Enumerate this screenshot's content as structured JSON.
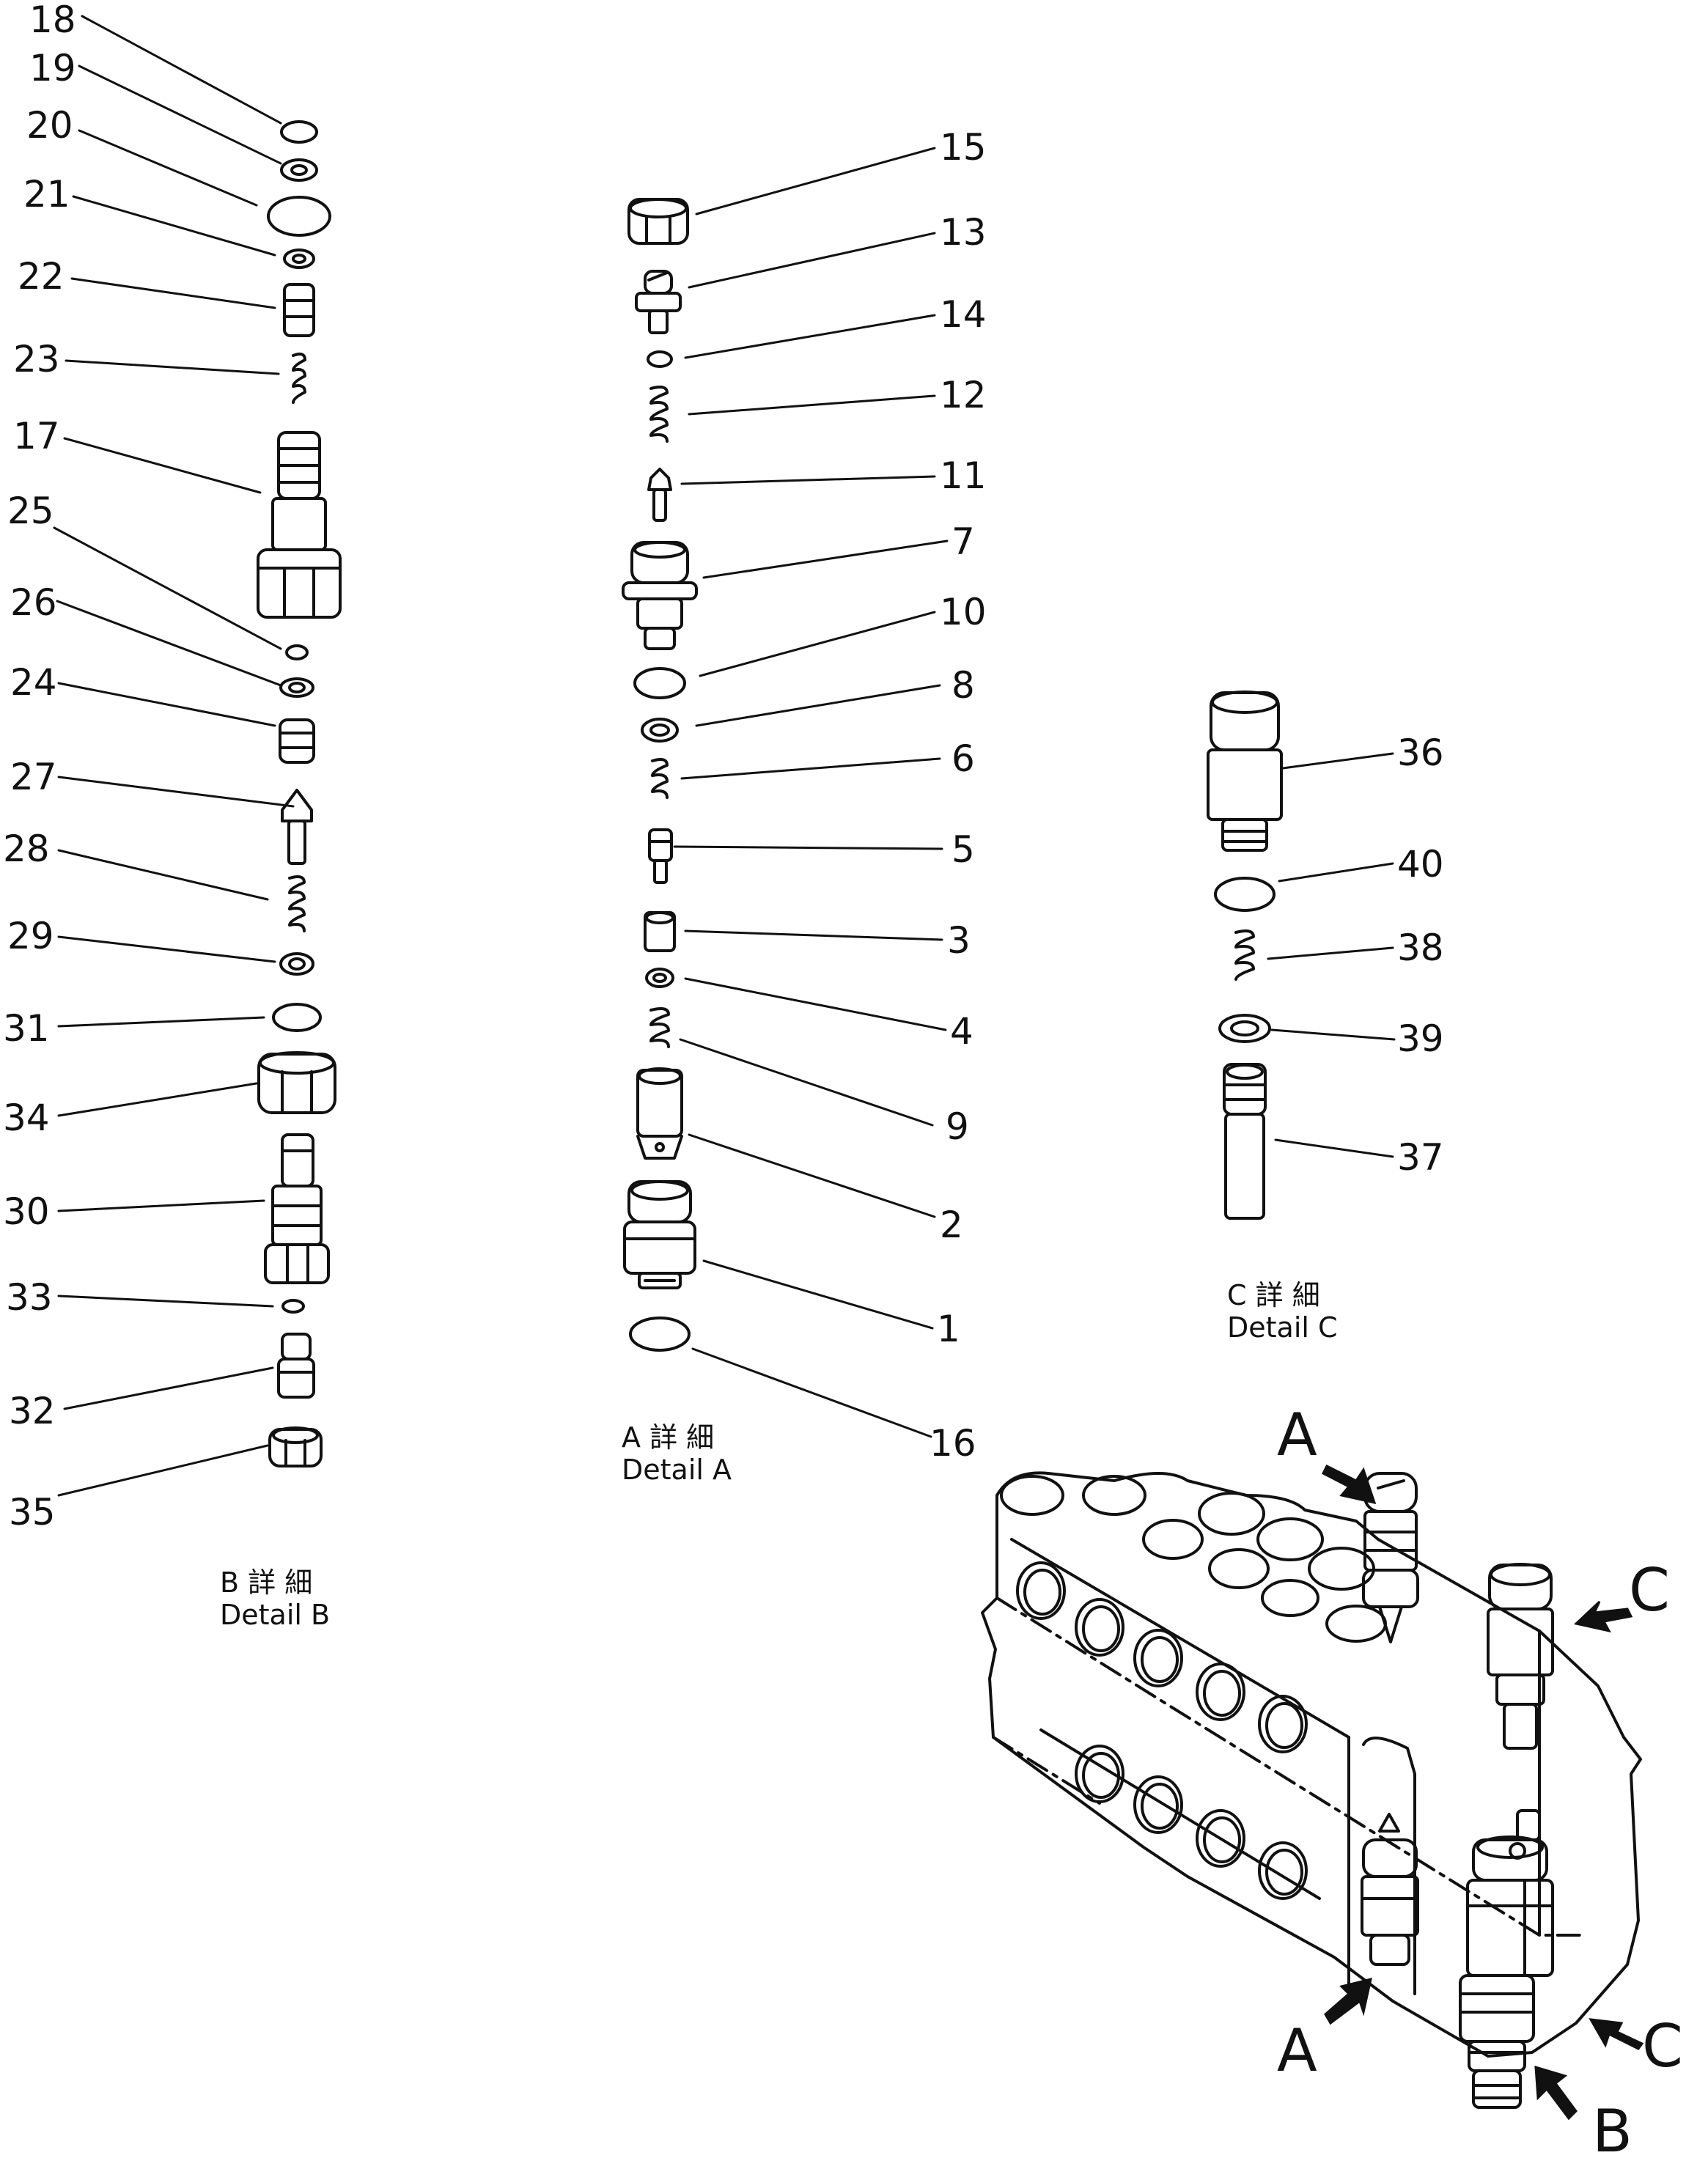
{
  "part_labels": {
    "p1": "1",
    "p2": "2",
    "p3": "3",
    "p4": "4",
    "p5": "5",
    "p6": "6",
    "p7": "7",
    "p8": "8",
    "p9": "9",
    "p10": "10",
    "p11": "11",
    "p12": "12",
    "p13": "13",
    "p14": "14",
    "p15": "15",
    "p16": "16",
    "p17": "17",
    "p18": "18",
    "p19": "19",
    "p20": "20",
    "p21": "21",
    "p22": "22",
    "p23": "23",
    "p24": "24",
    "p25": "25",
    "p26": "26",
    "p27": "27",
    "p28": "28",
    "p29": "29",
    "p30": "30",
    "p31": "31",
    "p32": "32",
    "p33": "33",
    "p34": "34",
    "p35": "35",
    "p36": "36",
    "p37": "37",
    "p38": "38",
    "p39": "39",
    "p40": "40"
  },
  "captions": {
    "detail_a_jp": "A 詳 細",
    "detail_a_en": "Detail A",
    "detail_b_jp": "B 詳 細",
    "detail_b_en": "Detail B",
    "detail_c_jp": "C 詳 細",
    "detail_c_en": "Detail C"
  },
  "callouts": {
    "a_top": "A",
    "a_bottom": "A",
    "b": "B",
    "c_top": "C",
    "c_bottom": "C"
  },
  "colors": {
    "line": "#111111",
    "background": "#ffffff"
  }
}
